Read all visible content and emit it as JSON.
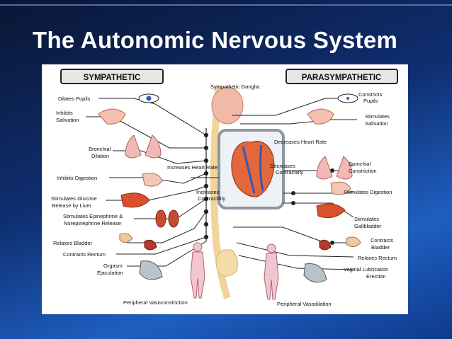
{
  "slide": {
    "title": "The Autonomic Nervous System"
  },
  "diagram": {
    "sympathetic_header": "SYMPATHETIC",
    "parasympathetic_header": "PARASYMPATHETIC",
    "center": {
      "ganglia": "Sympathetic Ganglia",
      "decreases_heart_rate": "Decreases Heart Rate",
      "decreases_contractility_1": "Decreases",
      "decreases_contractility_2": "Contractility",
      "increases_heart_rate": "Increases Heart Rate",
      "increases_contractility_1": "Increases",
      "increases_contractility_2": "Contractility"
    },
    "sympathetic": {
      "dilates_pupils": "Dilates Pupils",
      "inhibits_salivation_1": "Inhibits",
      "inhibits_salivation_2": "Salivation",
      "bronchial_dilation_1": "Bronchial",
      "bronchial_dilation_2": "Dilation",
      "inhibits_digestion": "Inhibits Digestion",
      "stimulates_glucose_1": "Stimulates Glucose",
      "stimulates_glucose_2": "Release by Liver",
      "epinephrine_1": "Stimulates Epinephrine &",
      "epinephrine_2": "Norepinephrine Release",
      "relaxes_bladder": "Relaxes Bladder",
      "contracts_rectum": "Contracts Rectum",
      "orgasm_1": "Orgasm",
      "orgasm_2": "Ejaculation",
      "vasoconstriction": "Peripheral Vasoconstriction"
    },
    "parasympathetic": {
      "constricts_pupils_1": "Constricts",
      "constricts_pupils_2": "Pupils",
      "stimulates_salivation_1": "Stimulates",
      "stimulates_salivation_2": "Salivation",
      "bronchial_constriction_1": "Bronchial",
      "bronchial_constriction_2": "Constriction",
      "stimulates_digestion": "Stimulates Digestion",
      "gallbladder_1": "Stimulates",
      "gallbladder_2": "Gallbladder",
      "contracts_bladder_1": "Contracts",
      "contracts_bladder_2": "Bladder",
      "relaxes_rectum": "Relaxes Rectum",
      "vaginal_1": "Vaginal Lubrication",
      "vaginal_2": "Erection",
      "vasodilation": "Peripheral Vasodilation"
    }
  }
}
